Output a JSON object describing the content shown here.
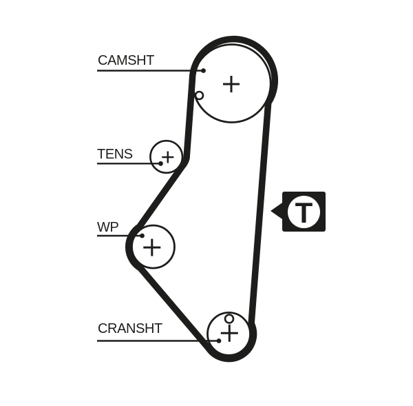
{
  "diagram": {
    "callouts": [
      {
        "id": "camshaft",
        "label": "CAMSHT"
      },
      {
        "id": "tensioner",
        "label": "TENS"
      },
      {
        "id": "water-pump",
        "label": "WP"
      },
      {
        "id": "crankshaft",
        "label": "CRANSHT"
      }
    ],
    "marker": {
      "letter": "T"
    },
    "colors": {
      "ink": "#1d1d1b",
      "background": "#ffffff"
    }
  }
}
